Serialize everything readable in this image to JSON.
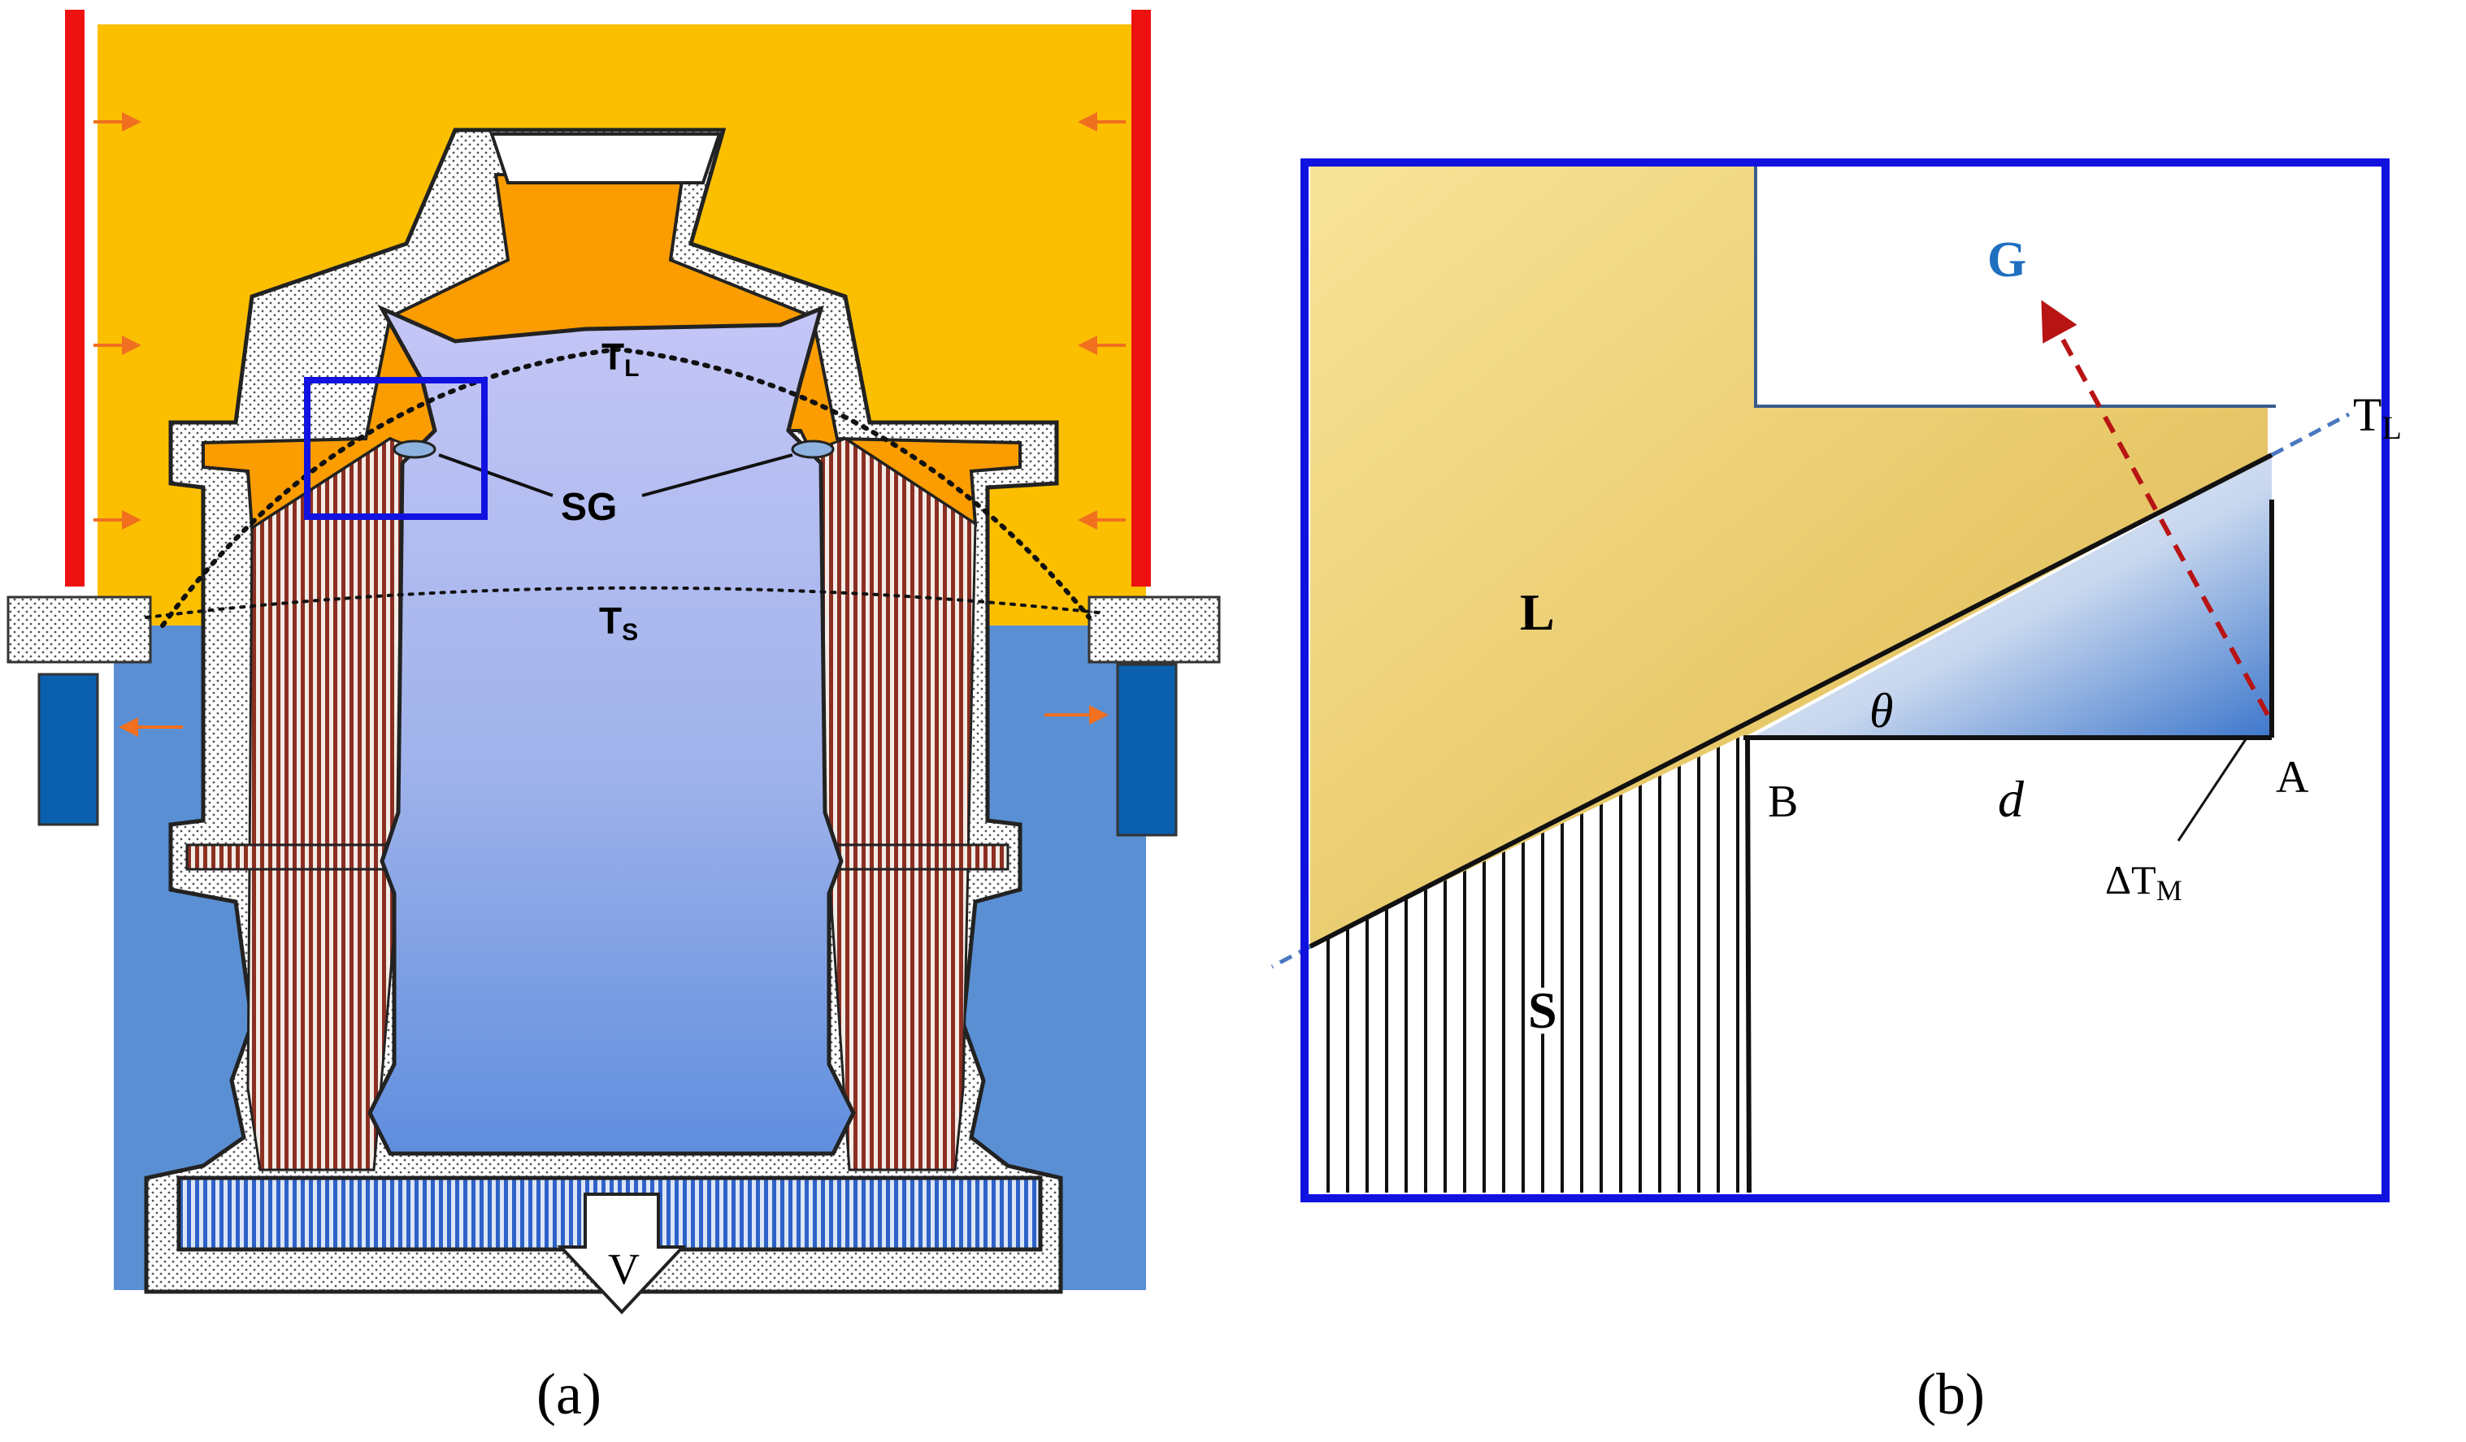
{
  "panel_a": {
    "caption": "(a)",
    "labels": {
      "liquidus": "T",
      "liquidus_sub": "L",
      "solidus": "T",
      "solidus_sub": "S",
      "stray_grain": "SG",
      "withdrawal": "V"
    }
  },
  "panel_b": {
    "caption": "(b)",
    "labels": {
      "gradient": "G",
      "liquid": "L",
      "solid": "S",
      "point_a": "A",
      "point_b": "B",
      "distance": "d",
      "angle": "θ",
      "liquidus_isotherm": "T",
      "liquidus_isotherm_sub": "L",
      "undercooling_prefix": "ΔT",
      "undercooling_sub": "M"
    }
  },
  "colors": {
    "furnace_hot": "#FBBF00",
    "cooling_zone": "#5A8FD3",
    "heater": "#EE1111",
    "baffle_blue": "#0A5FAE",
    "arrow_orange": "#F07020",
    "frame_blue": "#1212E0",
    "liquid_tan": "#E8C96A",
    "gradient_red": "#B81414",
    "gradient_label_blue": "#1F6FC0"
  }
}
